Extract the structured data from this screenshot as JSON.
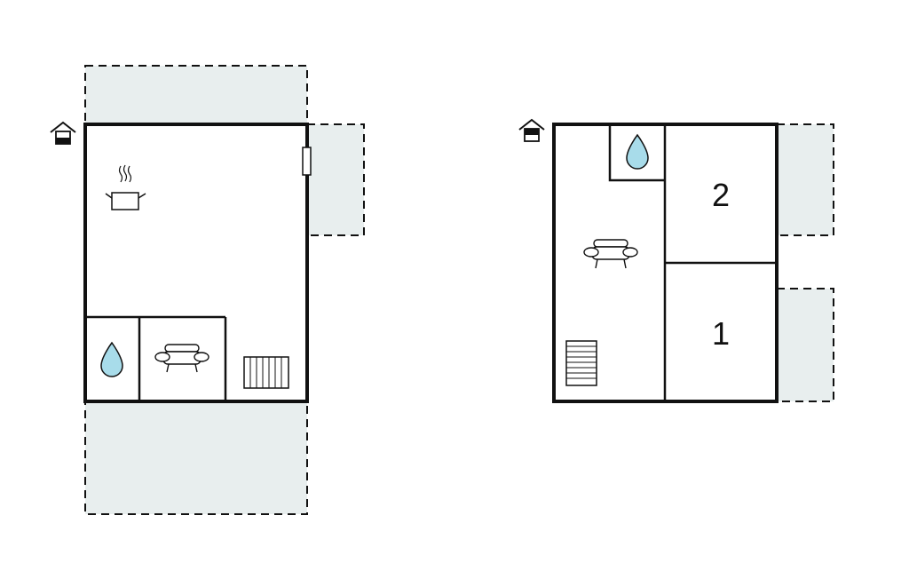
{
  "floor_plans": [
    {
      "id": "ground-floor",
      "icons": [
        "floor-indicator-icon",
        "cooking-pot-icon",
        "water-drop-icon",
        "sofa-icon",
        "radiator-icon",
        "door-icon"
      ],
      "rooms": []
    },
    {
      "id": "upper-floor",
      "icons": [
        "floor-indicator-icon",
        "water-drop-icon",
        "sofa-icon",
        "stairs-icon"
      ],
      "rooms": [
        {
          "label": "2"
        },
        {
          "label": "1"
        }
      ]
    }
  ],
  "colors": {
    "wall": "#111111",
    "terrace_fill": "#e8eeee",
    "terrace_border": "#111111",
    "water_fill": "#a8dcea"
  }
}
